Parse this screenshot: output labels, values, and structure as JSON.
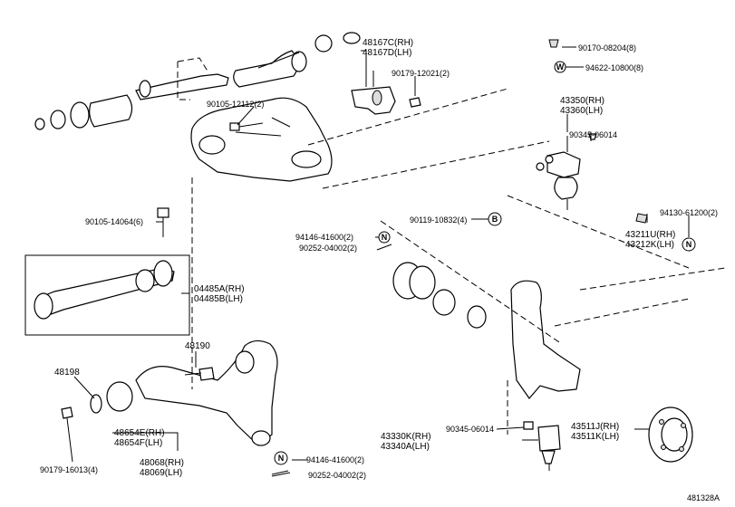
{
  "labels": {
    "p_48167": [
      "48167C(RH)",
      "48167D(LH)"
    ],
    "p_90170": "90170-08204(8)",
    "p_94622": "94622-10800(8)",
    "p_90179_12021": "90179-12021(2)",
    "p_90105_12112": "90105-12112(2)",
    "p_43350": [
      "43350(RH)",
      "43360(LH)"
    ],
    "p_90345_06014_top": "90345-06014",
    "p_90105_14064": "90105-14064(6)",
    "p_94146_top": "94146-41600(2)",
    "p_90252_top": "90252-04002(2)",
    "p_90119": "90119-10832(4)",
    "p_94130": "94130-61200(2)",
    "p_43211": [
      "43211U(RH)",
      "43212K(LH)"
    ],
    "p_04485": [
      "04485A(RH)",
      "04485B(LH)"
    ],
    "p_48190": "48190",
    "p_48198": "48198",
    "p_48654": [
      "48654E(RH)",
      "48654F(LH)"
    ],
    "p_48068": [
      "48068(RH)",
      "48069(LH)"
    ],
    "p_90179_16013": "90179-16013(4)",
    "p_94146_bot": "94146-41600(2)",
    "p_90252_bot": "90252-04002(2)",
    "p_43330": [
      "43330K(RH)",
      "43340A(LH)"
    ],
    "p_90345_06014_bot": "90345-06014",
    "p_43511": [
      "43511J(RH)",
      "43511K(LH)"
    ],
    "diagram_code": "481328A"
  },
  "symbols": {
    "w": "W",
    "b": "B",
    "n": "N"
  }
}
